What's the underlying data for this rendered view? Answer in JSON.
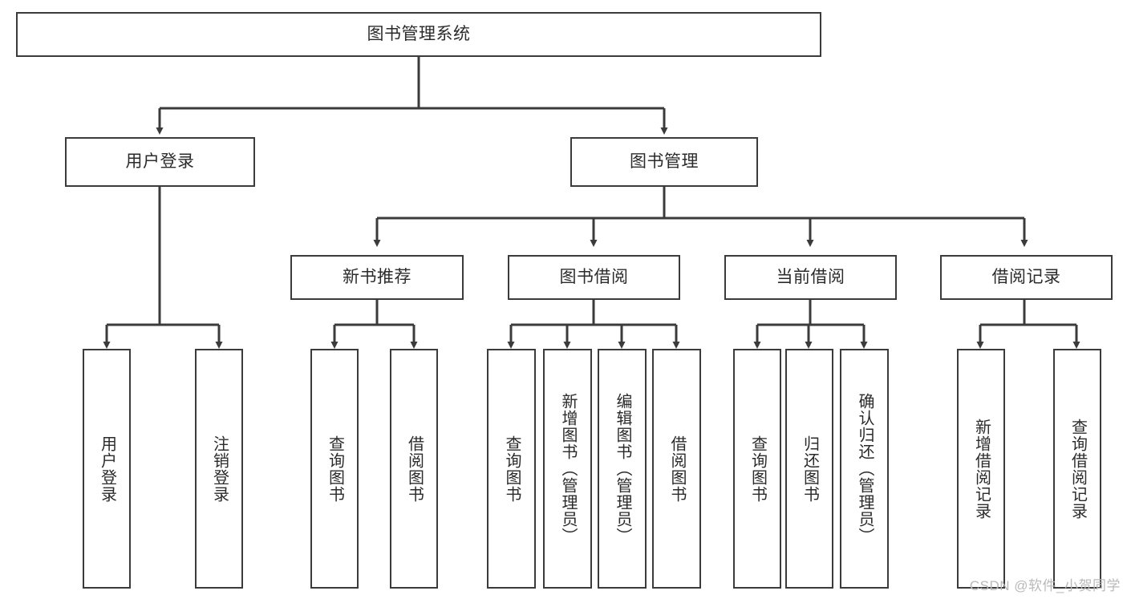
{
  "diagram": {
    "title": "图书管理系统",
    "type": "tree",
    "colors": {
      "box_border": "#3b3b3b",
      "box_fill": "#ffffff",
      "text": "#2b2b2b",
      "connector": "#3b3b3b",
      "watermark": "#b9b9b9"
    },
    "watermark": "CSDN @软件_小贺同学",
    "levels": {
      "root": {
        "label": "图书管理系统"
      },
      "level2": [
        {
          "label": "用户登录"
        },
        {
          "label": "图书管理"
        }
      ],
      "level3": [
        {
          "label": "新书推荐"
        },
        {
          "label": "图书借阅"
        },
        {
          "label": "当前借阅"
        },
        {
          "label": "借阅记录"
        }
      ],
      "leaves_user_login": [
        {
          "label": "用户登录"
        },
        {
          "label": "注销登录"
        }
      ],
      "leaves_new_book": [
        {
          "label": "查询图书"
        },
        {
          "label": "借阅图书"
        }
      ],
      "leaves_borrow": [
        {
          "label": "查询图书"
        },
        {
          "label": "新增图书（管理员）"
        },
        {
          "label": "编辑图书（管理员）"
        },
        {
          "label": "借阅图书"
        }
      ],
      "leaves_current": [
        {
          "label": "查询图书"
        },
        {
          "label": "归还图书"
        },
        {
          "label": "确认归还（管理员）"
        }
      ],
      "leaves_records": [
        {
          "label": "新增借阅记录"
        },
        {
          "label": "查询借阅记录"
        }
      ]
    }
  }
}
